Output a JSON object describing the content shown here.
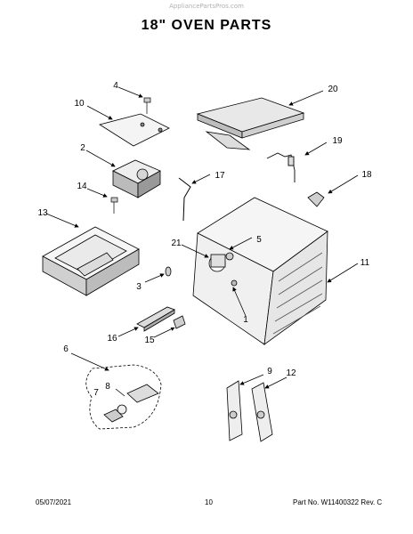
{
  "watermark": "AppliancePartsPros.com",
  "title": "18\" OVEN PARTS",
  "footer": {
    "date": "05/07/2021",
    "page": "10",
    "part_number": "Part No.  W11400322  Rev.  C"
  },
  "callouts": {
    "c1": "1",
    "c2": "2",
    "c3": "3",
    "c4": "4",
    "c5": "5",
    "c6": "6",
    "c7": "7",
    "c8": "8",
    "c9": "9",
    "c10": "10",
    "c11": "11",
    "c12": "12",
    "c13": "13",
    "c14": "14",
    "c15": "15",
    "c16": "16",
    "c17": "17",
    "c18": "18",
    "c19": "19",
    "c20": "20",
    "c21": "21"
  }
}
